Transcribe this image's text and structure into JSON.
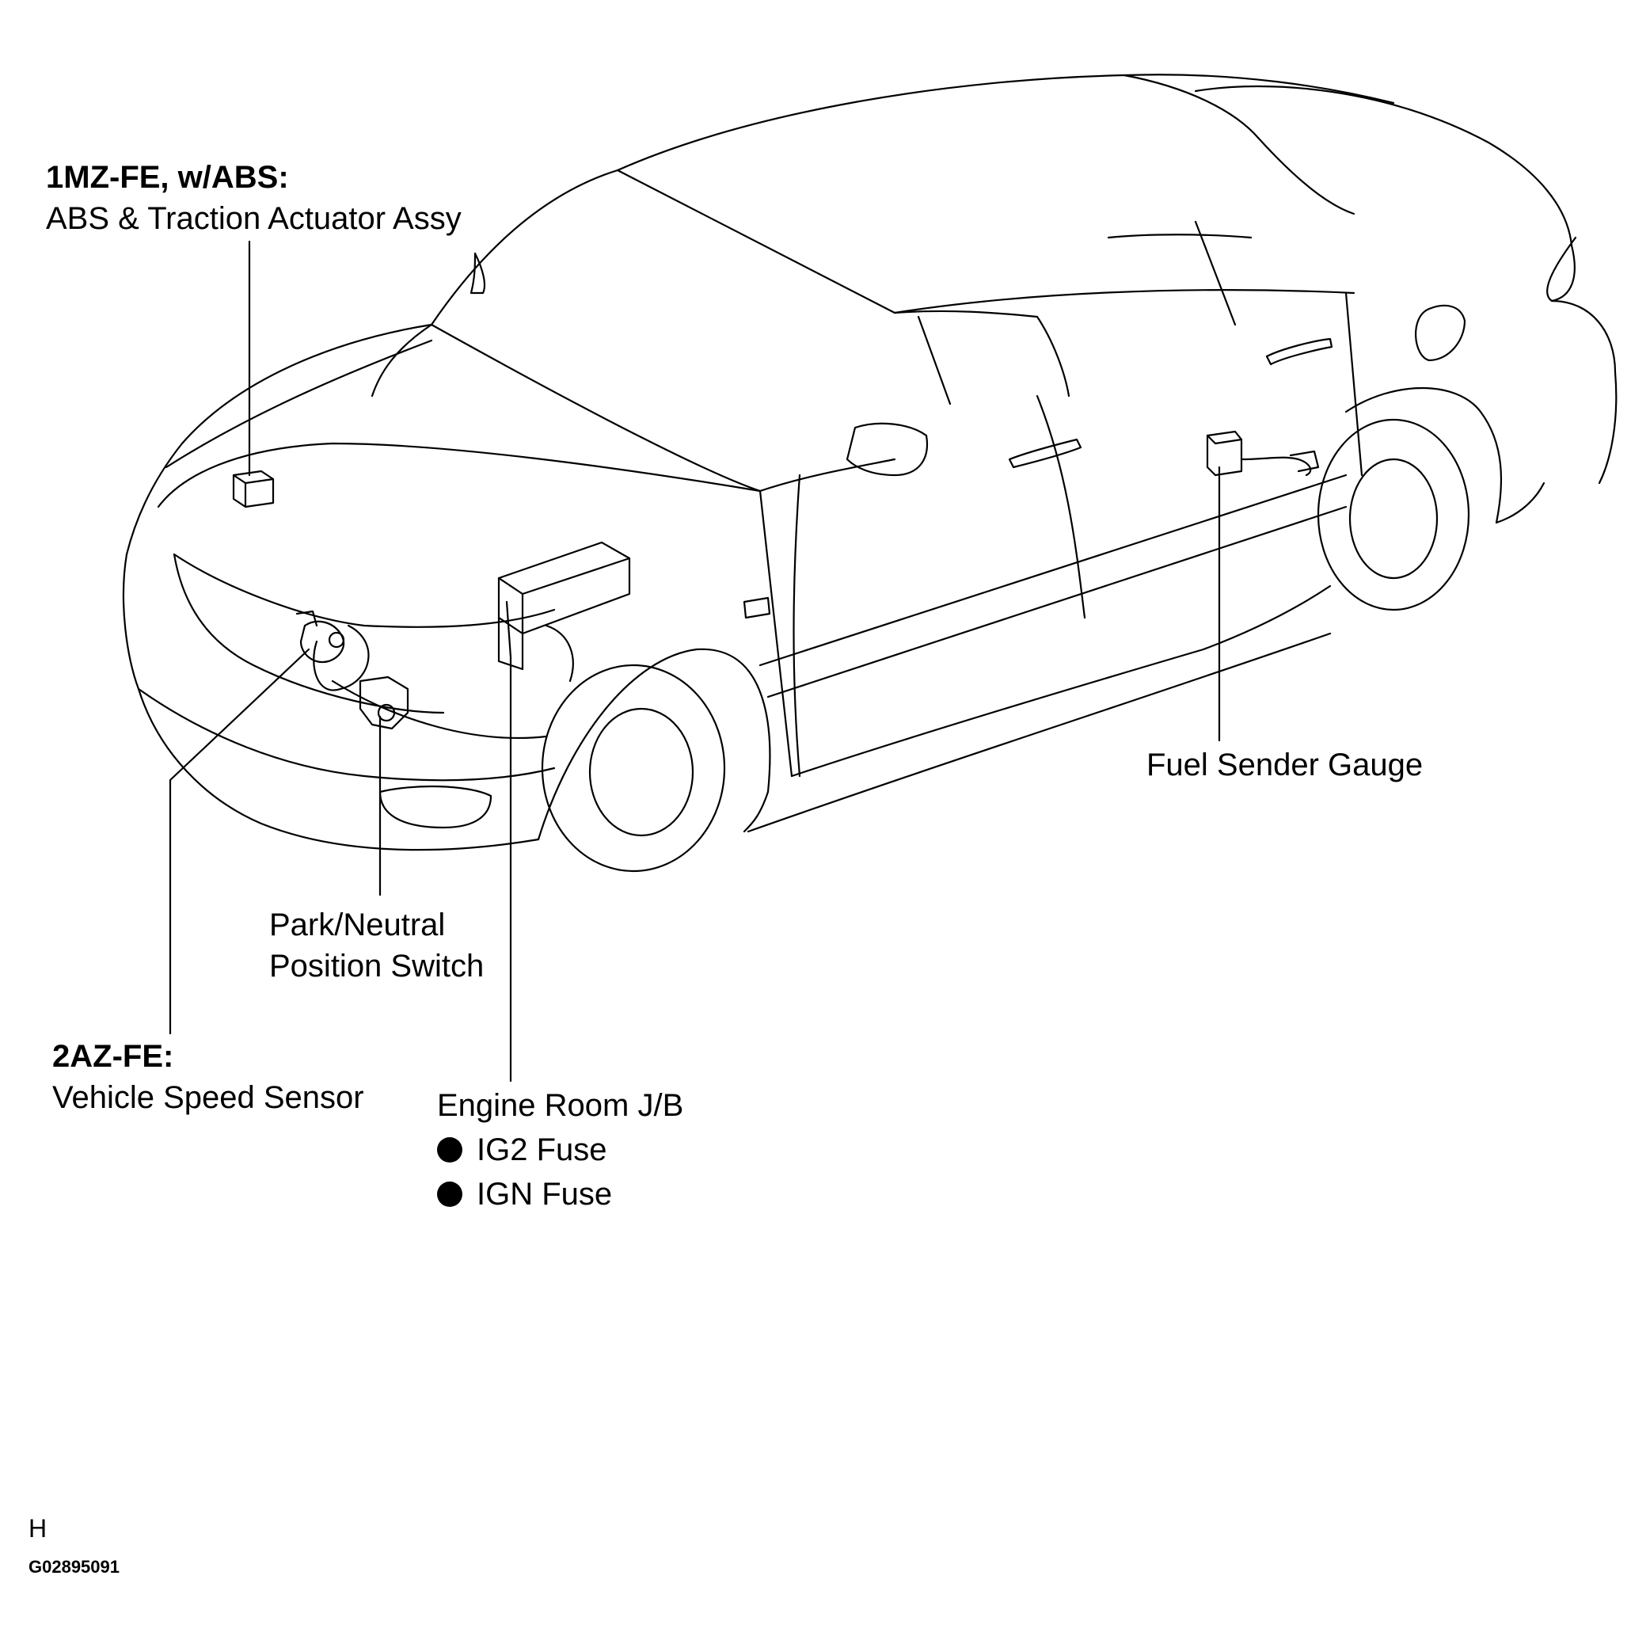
{
  "labels": {
    "abs": {
      "heading": "1MZ-FE,  w/ABS:",
      "text": "ABS & Traction Actuator Assy"
    },
    "fuel_sender": {
      "text": "Fuel Sender Gauge"
    },
    "pnp_switch": {
      "line1": "Park/Neutral",
      "line2": "Position Switch"
    },
    "speed_sensor": {
      "heading": "2AZ-FE:",
      "text": "Vehicle Speed Sensor"
    },
    "engine_room_jb": {
      "title": "Engine Room J/B",
      "fuses": [
        "IG2 Fuse",
        "IGN Fuse"
      ]
    }
  },
  "footer": {
    "letter": "H",
    "code": "G02895091"
  }
}
